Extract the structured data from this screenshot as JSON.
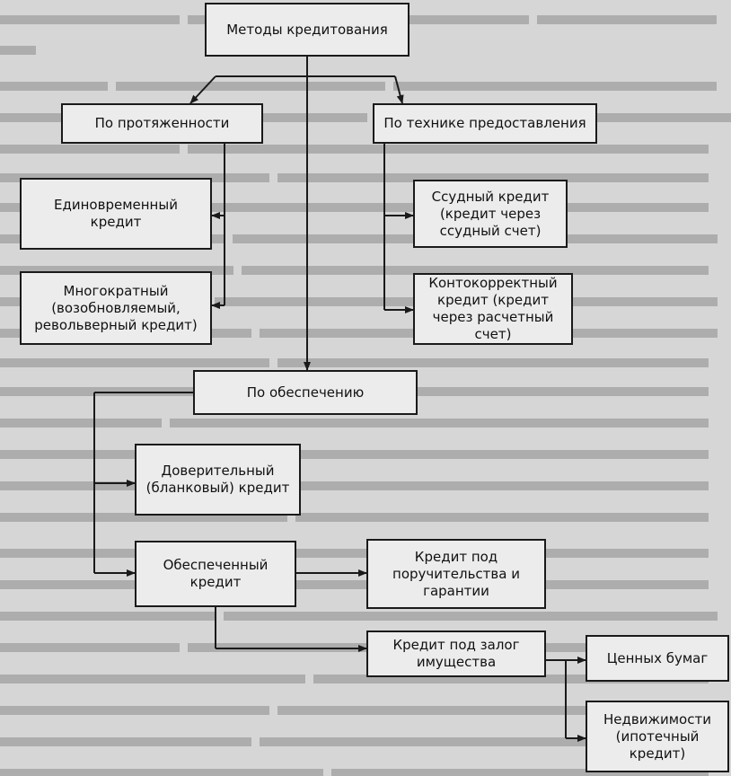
{
  "diagram": {
    "root": "Методы кредитования",
    "by_duration": {
      "label": "По протяженности",
      "items": [
        "Единовременный кредит",
        "Многократный (возобновляемый, револьверный кредит)"
      ]
    },
    "by_technique": {
      "label": "По технике предоставления",
      "items": [
        "Ссудный кредит (кредит через ссудный счет)",
        "Контокорректный кредит (кредит через расчетный счет)"
      ]
    },
    "by_security": {
      "label": "По обеспечению",
      "trust": "Доверительный (бланковый) кредит",
      "secured": "Обеспеченный кредит",
      "guarantee": "Кредит под поручительства и гарантии",
      "pledge": "Кредит под залог имущества",
      "securities": "Ценных бумаг",
      "real_estate": "Недвижимости (ипотечный кредит)"
    }
  },
  "colors": {
    "box_fill": "#ececec",
    "line": "#1a1a1a",
    "background": "#d6d6d6"
  }
}
